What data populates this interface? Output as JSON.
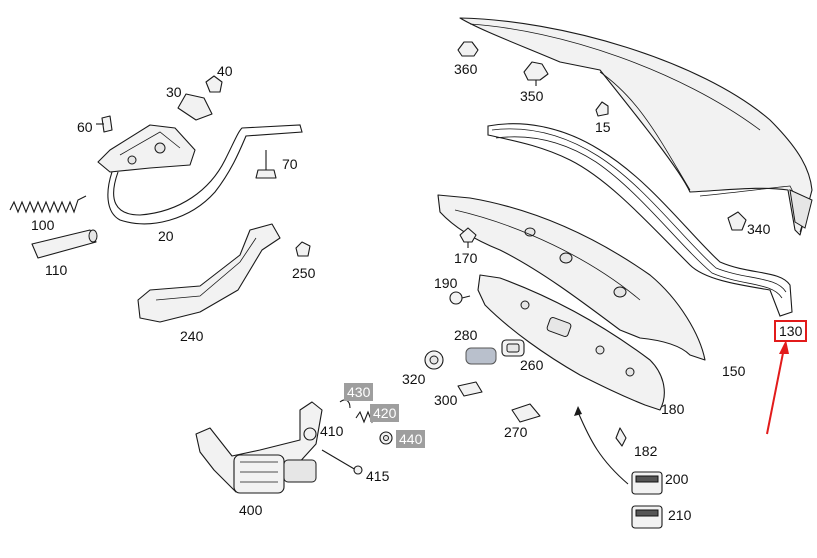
{
  "callouts": [
    {
      "id": "l360",
      "text": "360",
      "hl": false
    },
    {
      "id": "l350",
      "text": "350",
      "hl": false
    },
    {
      "id": "l15",
      "text": "15",
      "hl": false
    },
    {
      "id": "l340",
      "text": "340",
      "hl": false
    },
    {
      "id": "l130",
      "text": "130",
      "hl": false,
      "selected": true
    },
    {
      "id": "l150",
      "text": "150",
      "hl": false
    },
    {
      "id": "l170",
      "text": "170",
      "hl": false
    },
    {
      "id": "l190",
      "text": "190",
      "hl": false
    },
    {
      "id": "l280",
      "text": "280",
      "hl": false
    },
    {
      "id": "l260",
      "text": "260",
      "hl": false
    },
    {
      "id": "l320",
      "text": "320",
      "hl": false
    },
    {
      "id": "l300",
      "text": "300",
      "hl": false
    },
    {
      "id": "l180",
      "text": "180",
      "hl": false
    },
    {
      "id": "l270",
      "text": "270",
      "hl": false
    },
    {
      "id": "l182",
      "text": "182",
      "hl": false
    },
    {
      "id": "l200",
      "text": "200",
      "hl": false
    },
    {
      "id": "l210",
      "text": "210",
      "hl": false
    },
    {
      "id": "l430",
      "text": "430",
      "hl": true
    },
    {
      "id": "l420",
      "text": "420",
      "hl": true
    },
    {
      "id": "l440",
      "text": "440",
      "hl": true
    },
    {
      "id": "l410",
      "text": "410",
      "hl": false
    },
    {
      "id": "l415",
      "text": "415",
      "hl": false
    },
    {
      "id": "l400",
      "text": "400",
      "hl": false
    },
    {
      "id": "l40",
      "text": "40",
      "hl": false
    },
    {
      "id": "l30",
      "text": "30",
      "hl": false
    },
    {
      "id": "l60",
      "text": "60",
      "hl": false
    },
    {
      "id": "l70",
      "text": "70",
      "hl": false
    },
    {
      "id": "l100",
      "text": "100",
      "hl": false
    },
    {
      "id": "l110",
      "text": "110",
      "hl": false
    },
    {
      "id": "l20",
      "text": "20",
      "hl": false
    },
    {
      "id": "l250",
      "text": "250",
      "hl": false
    },
    {
      "id": "l240",
      "text": "240",
      "hl": false
    }
  ],
  "colors": {
    "selection": "#e21b1b",
    "highlight_label_bg": "#9e9e9e",
    "line": "#1a1a1a"
  }
}
